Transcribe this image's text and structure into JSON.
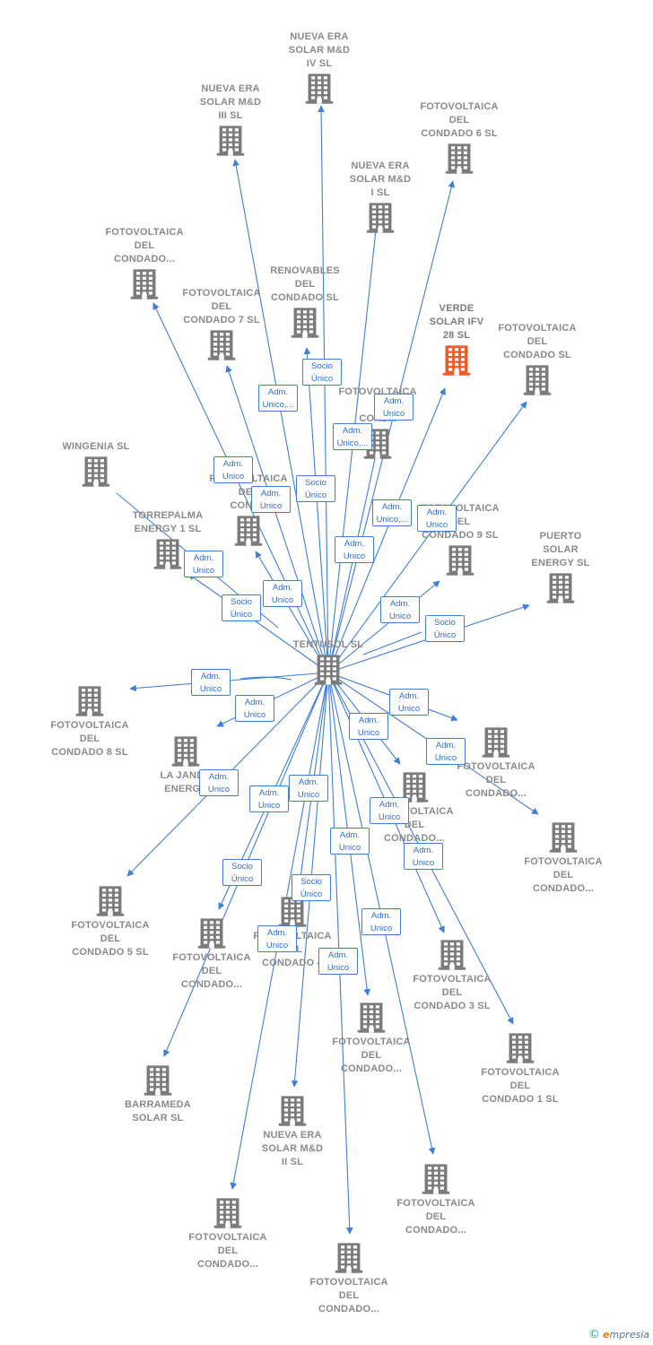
{
  "colors": {
    "edge": "#3f7fd6",
    "node": "#7b7b7b",
    "highlight": "#f05a28",
    "label": "#8a8a8a"
  },
  "icon": "building-icon",
  "center": {
    "label": "TENTUSOL SL"
  },
  "nodes": [
    {
      "id": "n_era4",
      "label": [
        "NUEVA ERA",
        "SOLAR M&D",
        "IV  SL"
      ]
    },
    {
      "id": "n_era3",
      "label": [
        "NUEVA ERA",
        "SOLAR M&D",
        "III  SL"
      ]
    },
    {
      "id": "n_fc6",
      "label": [
        "FOTOVOLTAICA",
        "DEL",
        "CONDADO 6 SL"
      ]
    },
    {
      "id": "n_era1",
      "label": [
        "NUEVA ERA",
        "SOLAR M&D",
        "I  SL"
      ]
    },
    {
      "id": "n_fcA",
      "label": [
        "FOTOVOLTAICA",
        "DEL",
        "CONDADO..."
      ]
    },
    {
      "id": "n_ren",
      "label": [
        "RENOVABLES",
        "DEL",
        "CONDADO SL"
      ]
    },
    {
      "id": "n_fc7",
      "label": [
        "FOTOVOLTAICA",
        "DEL",
        "CONDADO 7 SL"
      ]
    },
    {
      "id": "n_verde",
      "label": [
        "VERDE",
        "SOLAR IFV",
        "28  SL"
      ],
      "highlight": true
    },
    {
      "id": "n_fcsl",
      "label": [
        "FOTOVOLTAICA",
        "DEL",
        "CONDADO SL"
      ]
    },
    {
      "id": "n_fcB",
      "label": [
        "FOTOVOLTAICA",
        "D",
        "CONDA"
      ]
    },
    {
      "id": "n_wing",
      "label": [
        "WINGENIA SL"
      ]
    },
    {
      "id": "n_fcC",
      "label": [
        "FOTOVOLTAICA",
        "DEL",
        "CONDA"
      ]
    },
    {
      "id": "n_torre",
      "label": [
        "TORREPALMA",
        "ENERGY 1  SL"
      ]
    },
    {
      "id": "n_fc9",
      "label": [
        "FOTOVOLTAICA",
        "DEL",
        "CONDADO 9 SL"
      ]
    },
    {
      "id": "n_puerto",
      "label": [
        "PUERTO",
        "SOLAR",
        "ENERGY  SL"
      ]
    },
    {
      "id": "n_fc8",
      "label": [
        "FOTOVOLTAICA",
        "DEL",
        "CONDADO 8 SL"
      ]
    },
    {
      "id": "n_janda",
      "label": [
        "LA JANDA",
        "ENERGY"
      ]
    },
    {
      "id": "n_fcD",
      "label": [
        "FOTOVOLTAICA",
        "DEL",
        "CONDADO..."
      ]
    },
    {
      "id": "n_fcE",
      "label": [
        "FOTOVOLTAICA",
        "DEL",
        "CONDADO..."
      ]
    },
    {
      "id": "n_fcF",
      "label": [
        "FOTOVOLTAICA",
        "DEL",
        "CONDADO..."
      ]
    },
    {
      "id": "n_fc5",
      "label": [
        "FOTOVOLTAICA",
        "DEL",
        "CONDADO 5 SL"
      ]
    },
    {
      "id": "n_fcG",
      "label": [
        "FOTOVOLTAICA",
        "DEL",
        "CONDADO..."
      ]
    },
    {
      "id": "n_fc4",
      "label": [
        "FOTOVOLTAICA",
        "DEL",
        "CONDADO 4"
      ]
    },
    {
      "id": "n_fc3",
      "label": [
        "FOTOVOLTAICA",
        "DEL",
        "CONDADO 3 SL"
      ]
    },
    {
      "id": "n_fcH",
      "label": [
        "FOTOVOLTAICA",
        "DEL",
        "CONDADO..."
      ]
    },
    {
      "id": "n_fc1",
      "label": [
        "FOTOVOLTAICA",
        "DEL",
        "CONDADO 1 SL"
      ]
    },
    {
      "id": "n_barra",
      "label": [
        "BARRAMEDA",
        "SOLAR  SL"
      ]
    },
    {
      "id": "n_era2",
      "label": [
        "NUEVA ERA",
        "SOLAR M&D",
        "II  SL"
      ]
    },
    {
      "id": "n_fcI",
      "label": [
        "FOTOVOLTAICA",
        "DEL",
        "CONDADO..."
      ]
    },
    {
      "id": "n_fcJ",
      "label": [
        "FOTOVOLTAICA",
        "DEL",
        "CONDADO..."
      ]
    },
    {
      "id": "n_fcK",
      "label": [
        "FOTOVOLTAICA",
        "DEL",
        "CONDADO..."
      ]
    }
  ],
  "badges": [
    [
      "Socio",
      "Único"
    ],
    [
      "Adm.",
      "Unico,..."
    ],
    [
      "Adm.",
      "Unico"
    ],
    [
      "Adm.",
      "Unico,..."
    ],
    [
      "Adm.",
      "Unico"
    ],
    [
      "Socio",
      "Único"
    ],
    [
      "Adm.",
      "Unico"
    ],
    [
      "Adm.",
      "Unico,..."
    ],
    [
      "Adm.",
      "Unico"
    ],
    [
      "Adm.",
      "Unico"
    ],
    [
      "Adm.",
      "Unico"
    ],
    [
      "Adm.",
      "Unico"
    ],
    [
      "Socio",
      "Único"
    ],
    [
      "Adm.",
      "Unico"
    ],
    [
      "Socio",
      "Único"
    ],
    [
      "Adm.",
      "Unico"
    ],
    [
      "Adm.",
      "Unico"
    ],
    [
      "Adm.",
      "Unico"
    ],
    [
      "Adm.",
      "Unico"
    ],
    [
      "Adm.",
      "Unico"
    ],
    [
      "Adm.",
      "Unico"
    ],
    [
      "Adm.",
      "Unico"
    ],
    [
      "Adm.",
      "Unico"
    ],
    [
      "Adm.",
      "Unico"
    ],
    [
      "Adm.",
      "Unico"
    ],
    [
      "Adm.",
      "Unico"
    ],
    [
      "Socio",
      "Único"
    ],
    [
      "Socio",
      "Único"
    ],
    [
      "Adm.",
      "Unico"
    ],
    [
      "Adm.",
      "Unico"
    ],
    [
      "Adm.",
      "Unico"
    ]
  ],
  "copyright": {
    "symbol": "©",
    "brand_e": "e",
    "brand_rest": "mpresia"
  }
}
